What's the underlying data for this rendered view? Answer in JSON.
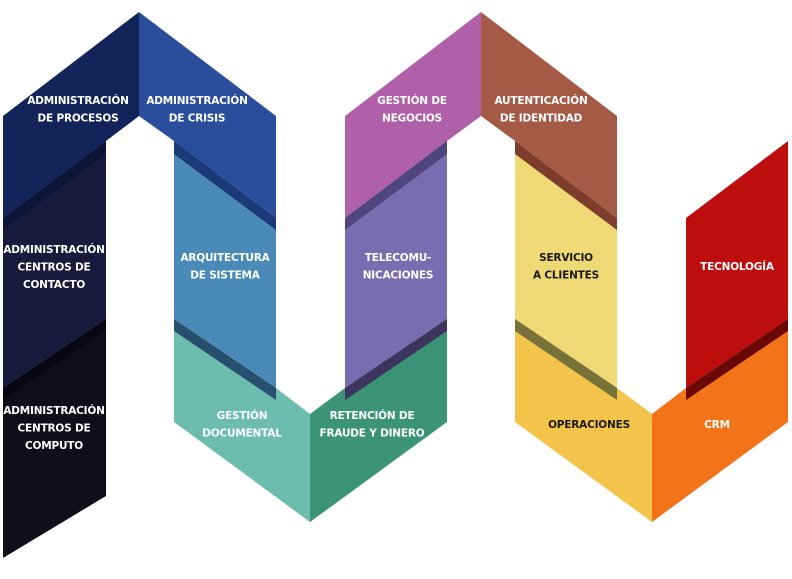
{
  "colors": {
    "background": "#ffffff",
    "light_text": "#ffffff",
    "dark_text": "#1a1a1a"
  },
  "segments": [
    {
      "id": "admin-procesos",
      "lines": [
        "ADMINISTRACIÓN",
        "DE PROCESOS"
      ],
      "color": "#13245a",
      "text": "light"
    },
    {
      "id": "admin-crisis",
      "lines": [
        "ADMINISTRACIÓN",
        "DE CRISIS"
      ],
      "color": "#2a4d9c",
      "text": "light"
    },
    {
      "id": "gestion-negocios",
      "lines": [
        "GESTIÓN DE",
        "NEGOCIOS"
      ],
      "color": "#b060a8",
      "text": "light"
    },
    {
      "id": "autenticacion-identidad",
      "lines": [
        "AUTENTICACIÓN",
        "DE IDENTIDAD"
      ],
      "color": "#a45a45",
      "text": "light"
    },
    {
      "id": "admin-centros-contacto",
      "lines": [
        "ADMINISTRACIÓN",
        "CENTROS DE",
        "CONTACTO"
      ],
      "color": "#1a1a3c",
      "text": "light"
    },
    {
      "id": "arquitectura-sistema",
      "lines": [
        "ARQUITECTURA",
        "DE SISTEMA"
      ],
      "color": "#4a8ab8",
      "text": "light"
    },
    {
      "id": "telecomunicaciones",
      "lines": [
        "TELECOMU-",
        "NICACIONES"
      ],
      "color": "#776db0",
      "text": "light"
    },
    {
      "id": "servicio-clientes",
      "lines": [
        "SERVICIO",
        "A CLIENTES"
      ],
      "color": "#eed974",
      "text": "dark"
    },
    {
      "id": "tecnologia",
      "lines": [
        "TECNOLOGÍA"
      ],
      "color": "#bd0d0d",
      "text": "light"
    },
    {
      "id": "admin-centros-computo",
      "lines": [
        "ADMINISTRACIÓN",
        "CENTROS DE",
        "COMPUTO"
      ],
      "color": "#0e0f18",
      "text": "light"
    },
    {
      "id": "gestion-documental",
      "lines": [
        "GESTIÓN",
        "DOCUMENTAL"
      ],
      "color": "#6cbdad",
      "text": "light"
    },
    {
      "id": "retencion-fraude",
      "lines": [
        "RETENCIÓN DE",
        "FRAUDE Y DINERO"
      ],
      "color": "#3c9477",
      "text": "light"
    },
    {
      "id": "operaciones",
      "lines": [
        "OPERACIONES"
      ],
      "color": "#f3c34a",
      "text": "dark"
    },
    {
      "id": "crm",
      "lines": [
        "CRM"
      ],
      "color": "#f37318",
      "text": "light"
    }
  ]
}
